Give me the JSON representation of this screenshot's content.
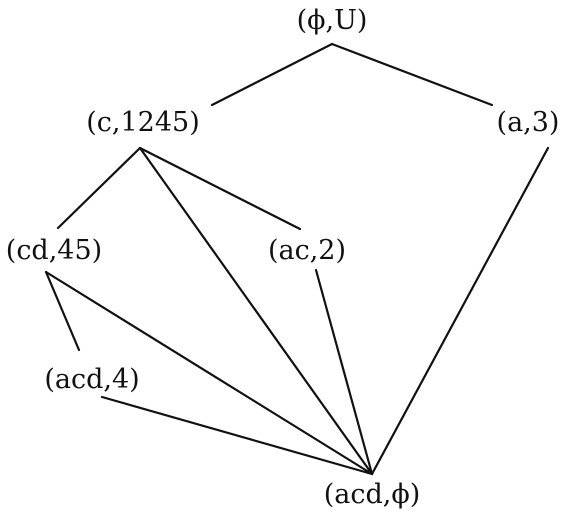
{
  "diagram": {
    "type": "concept-lattice",
    "line_color": "#111111",
    "nodes": [
      {
        "id": "top",
        "label": "(ϕ,U)"
      },
      {
        "id": "c",
        "label": "(c,1245)"
      },
      {
        "id": "a",
        "label": "(a,3)"
      },
      {
        "id": "cd",
        "label": "(cd,45)"
      },
      {
        "id": "ac",
        "label": "(ac,2)"
      },
      {
        "id": "acd4",
        "label": "(acd,4)"
      },
      {
        "id": "bottom",
        "label": "(acd,ϕ)"
      }
    ],
    "edges": [
      [
        "top",
        "c"
      ],
      [
        "top",
        "a"
      ],
      [
        "c",
        "cd"
      ],
      [
        "c",
        "ac"
      ],
      [
        "c",
        "bottom"
      ],
      [
        "a",
        "bottom"
      ],
      [
        "cd",
        "acd4"
      ],
      [
        "cd",
        "bottom"
      ],
      [
        "ac",
        "bottom"
      ],
      [
        "acd4",
        "bottom"
      ]
    ]
  }
}
